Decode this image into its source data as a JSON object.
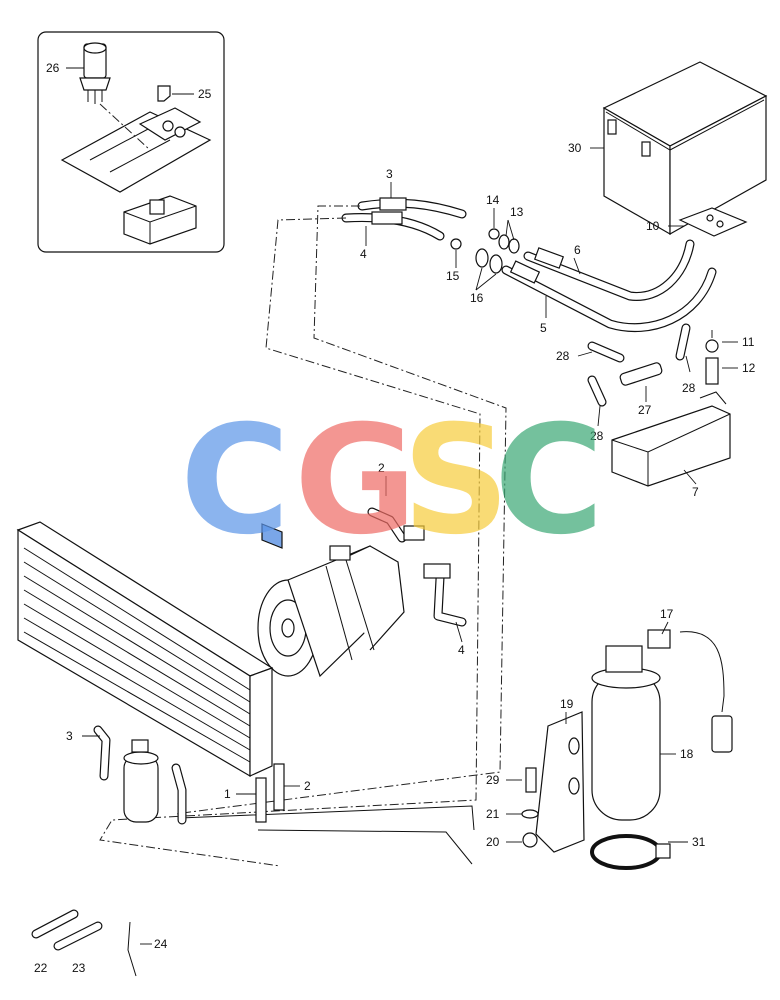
{
  "diagram": {
    "callouts": {
      "c1": "1",
      "c2": "2",
      "c2b": "2",
      "c3": "3",
      "c3b": "3",
      "c4": "4",
      "c4b": "4",
      "c5": "5",
      "c6": "6",
      "c7": "7",
      "c10": "10",
      "c11": "11",
      "c12": "12",
      "c13": "13",
      "c14": "14",
      "c15": "15",
      "c16": "16",
      "c17": "17",
      "c18": "18",
      "c19": "19",
      "c20": "20",
      "c21": "21",
      "c22": "22",
      "c23": "23",
      "c24": "24",
      "c25": "25",
      "c26": "26",
      "c27": "27",
      "c28a": "28",
      "c28b": "28",
      "c28c": "28",
      "c29": "29",
      "c30": "30",
      "c31": "31"
    },
    "watermark": {
      "letters": [
        "C",
        "G",
        "S",
        "C"
      ],
      "colors": [
        "#5b95e8",
        "#ee6b64",
        "#f7cc3b",
        "#3aa874"
      ]
    }
  }
}
